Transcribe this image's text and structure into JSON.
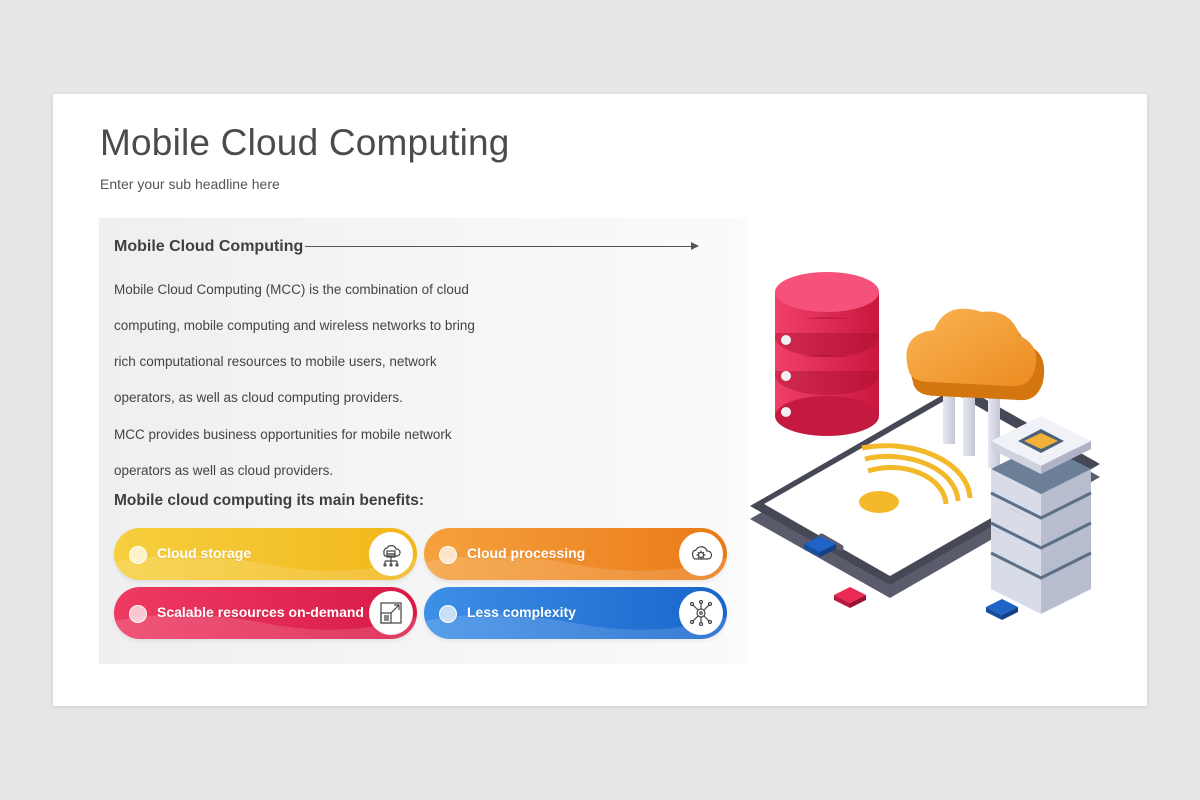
{
  "slide": {
    "title": "Mobile Cloud Computing",
    "subtitle": "Enter your sub headline here"
  },
  "panel": {
    "heading": "Mobile Cloud Computing",
    "paragraph_lines": [
      "Mobile Cloud Computing (MCC) is the combination of cloud",
      "computing, mobile computing and wireless networks to bring",
      "rich computational resources to mobile users, network",
      "operators, as well as cloud computing providers.",
      "MCC provides business opportunities for mobile network",
      "operators as well as cloud providers."
    ],
    "benefits_title": "Mobile cloud computing its main benefits:"
  },
  "benefits": [
    {
      "label": "Cloud storage",
      "icon": "cloud-storage-icon",
      "colors": [
        "#f6cf3f",
        "#f1b71a"
      ]
    },
    {
      "label": "Cloud processing",
      "icon": "cloud-gear-icon",
      "colors": [
        "#f5a13e",
        "#ea7a18"
      ]
    },
    {
      "label": "Scalable resources on-demand",
      "icon": "scalable-resources-icon",
      "colors": [
        "#ee3a62",
        "#d81a47"
      ]
    },
    {
      "label": "Less complexity",
      "icon": "network-hub-icon",
      "colors": [
        "#3d8fe6",
        "#1865cb"
      ]
    }
  ]
}
